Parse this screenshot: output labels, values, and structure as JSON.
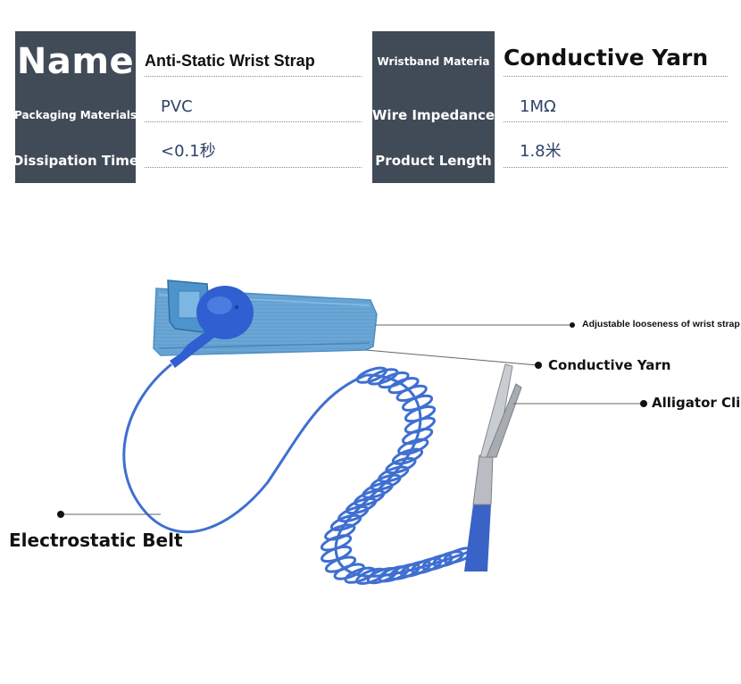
{
  "specs": {
    "name_label": "Name",
    "name_value": "Anti-Static Wrist Strap",
    "packaging_label": "Packaging Materials",
    "packaging_value": "PVC",
    "dissipation_label": "Dissipation Time",
    "dissipation_value": "<0.1秒",
    "wristband_label": "Wristband Materia",
    "wristband_value": "Conductive Yarn",
    "impedance_label": "Wire Impedance",
    "impedance_value": "1MΩ",
    "length_label": "Product Length",
    "length_value": "1.8米"
  },
  "callouts": {
    "adjustable": "Adjustable looseness of wrist strap",
    "conductive": "Conductive Yarn",
    "alligator": "Alligator Clip",
    "belt": "Electrostatic Belt"
  },
  "colors": {
    "label_bg": "#414a57",
    "value_text": "#2f4468",
    "strap": "#6aa7d6",
    "cord": "#3f6fd0"
  }
}
